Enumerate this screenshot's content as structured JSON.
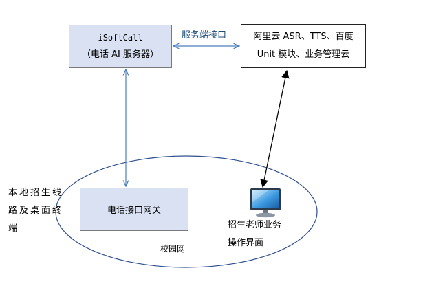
{
  "nodes": {
    "isoftcall": {
      "title": "iSoftCall",
      "subtitle": "（电话 AI 服务器）"
    },
    "aliyun": {
      "line1": "阿里云 ASR、TTS、百度",
      "line2": "Unit 模块、业务管理云"
    },
    "gateway": {
      "label": "电话接口网关"
    }
  },
  "labels": {
    "service_interface": "服务端接口",
    "local_line": "本地招生线路及桌面终端",
    "campus_network": "校园网",
    "teacher_ui": "招生老师业务操作界面"
  },
  "colors": {
    "box_fill": "#d9e1f2",
    "connector_blue": "#4a7fc1",
    "ellipse_stroke": "#2f4f8f",
    "connector_black": "#000000"
  },
  "icons": {
    "teacher_terminal": "monitor-icon"
  }
}
